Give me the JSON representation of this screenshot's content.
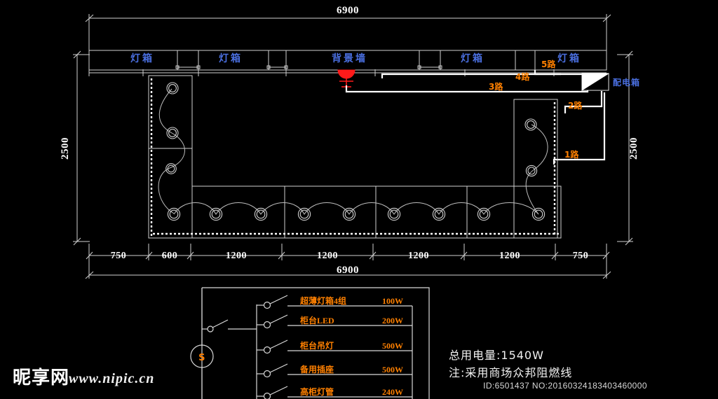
{
  "drawing": {
    "title": "商场柜台灯具电气布置图",
    "colors": {
      "background": "#000000",
      "line": "#cfcfcf",
      "label_blue": "#4a6fe0",
      "label_orange": "#ff8000",
      "accent_red": "#ff1a1a",
      "text_white": "#f2f2f2"
    }
  },
  "plan": {
    "top_dimension": "6900",
    "bottom_dimension": "6900",
    "left_dimension": "2500",
    "right_dimension": "2500",
    "segment_dimensions": [
      "750",
      "600",
      "1200",
      "1200",
      "1200",
      "1200",
      "750"
    ],
    "panels": [
      {
        "label": "灯箱"
      },
      {
        "label": "灯箱"
      },
      {
        "label": "背景墙"
      },
      {
        "label": "灯箱"
      },
      {
        "label": "灯箱"
      }
    ],
    "distribution_box_label": "配电箱",
    "circuits": [
      {
        "label": "1路"
      },
      {
        "label": "2路"
      },
      {
        "label": "3路"
      },
      {
        "label": "4路"
      },
      {
        "label": "5路"
      }
    ]
  },
  "legend": {
    "source_symbol": "S",
    "rows": [
      {
        "name": "超薄灯箱4组",
        "power": "100W"
      },
      {
        "name": "柜台LED",
        "power": "200W"
      },
      {
        "name": "柜台吊灯",
        "power": "500W"
      },
      {
        "name": "备用插座",
        "power": "500W"
      },
      {
        "name": "高柜灯管",
        "power": "240W"
      }
    ]
  },
  "notes": {
    "total_power": "总用电量:1540W",
    "remark": "注:采用商场众邦阻燃线",
    "id_line": "ID:6501437 NO:20160324183403460000"
  },
  "watermark": {
    "brand": "昵享网",
    "url": "www.nipic.cn"
  }
}
